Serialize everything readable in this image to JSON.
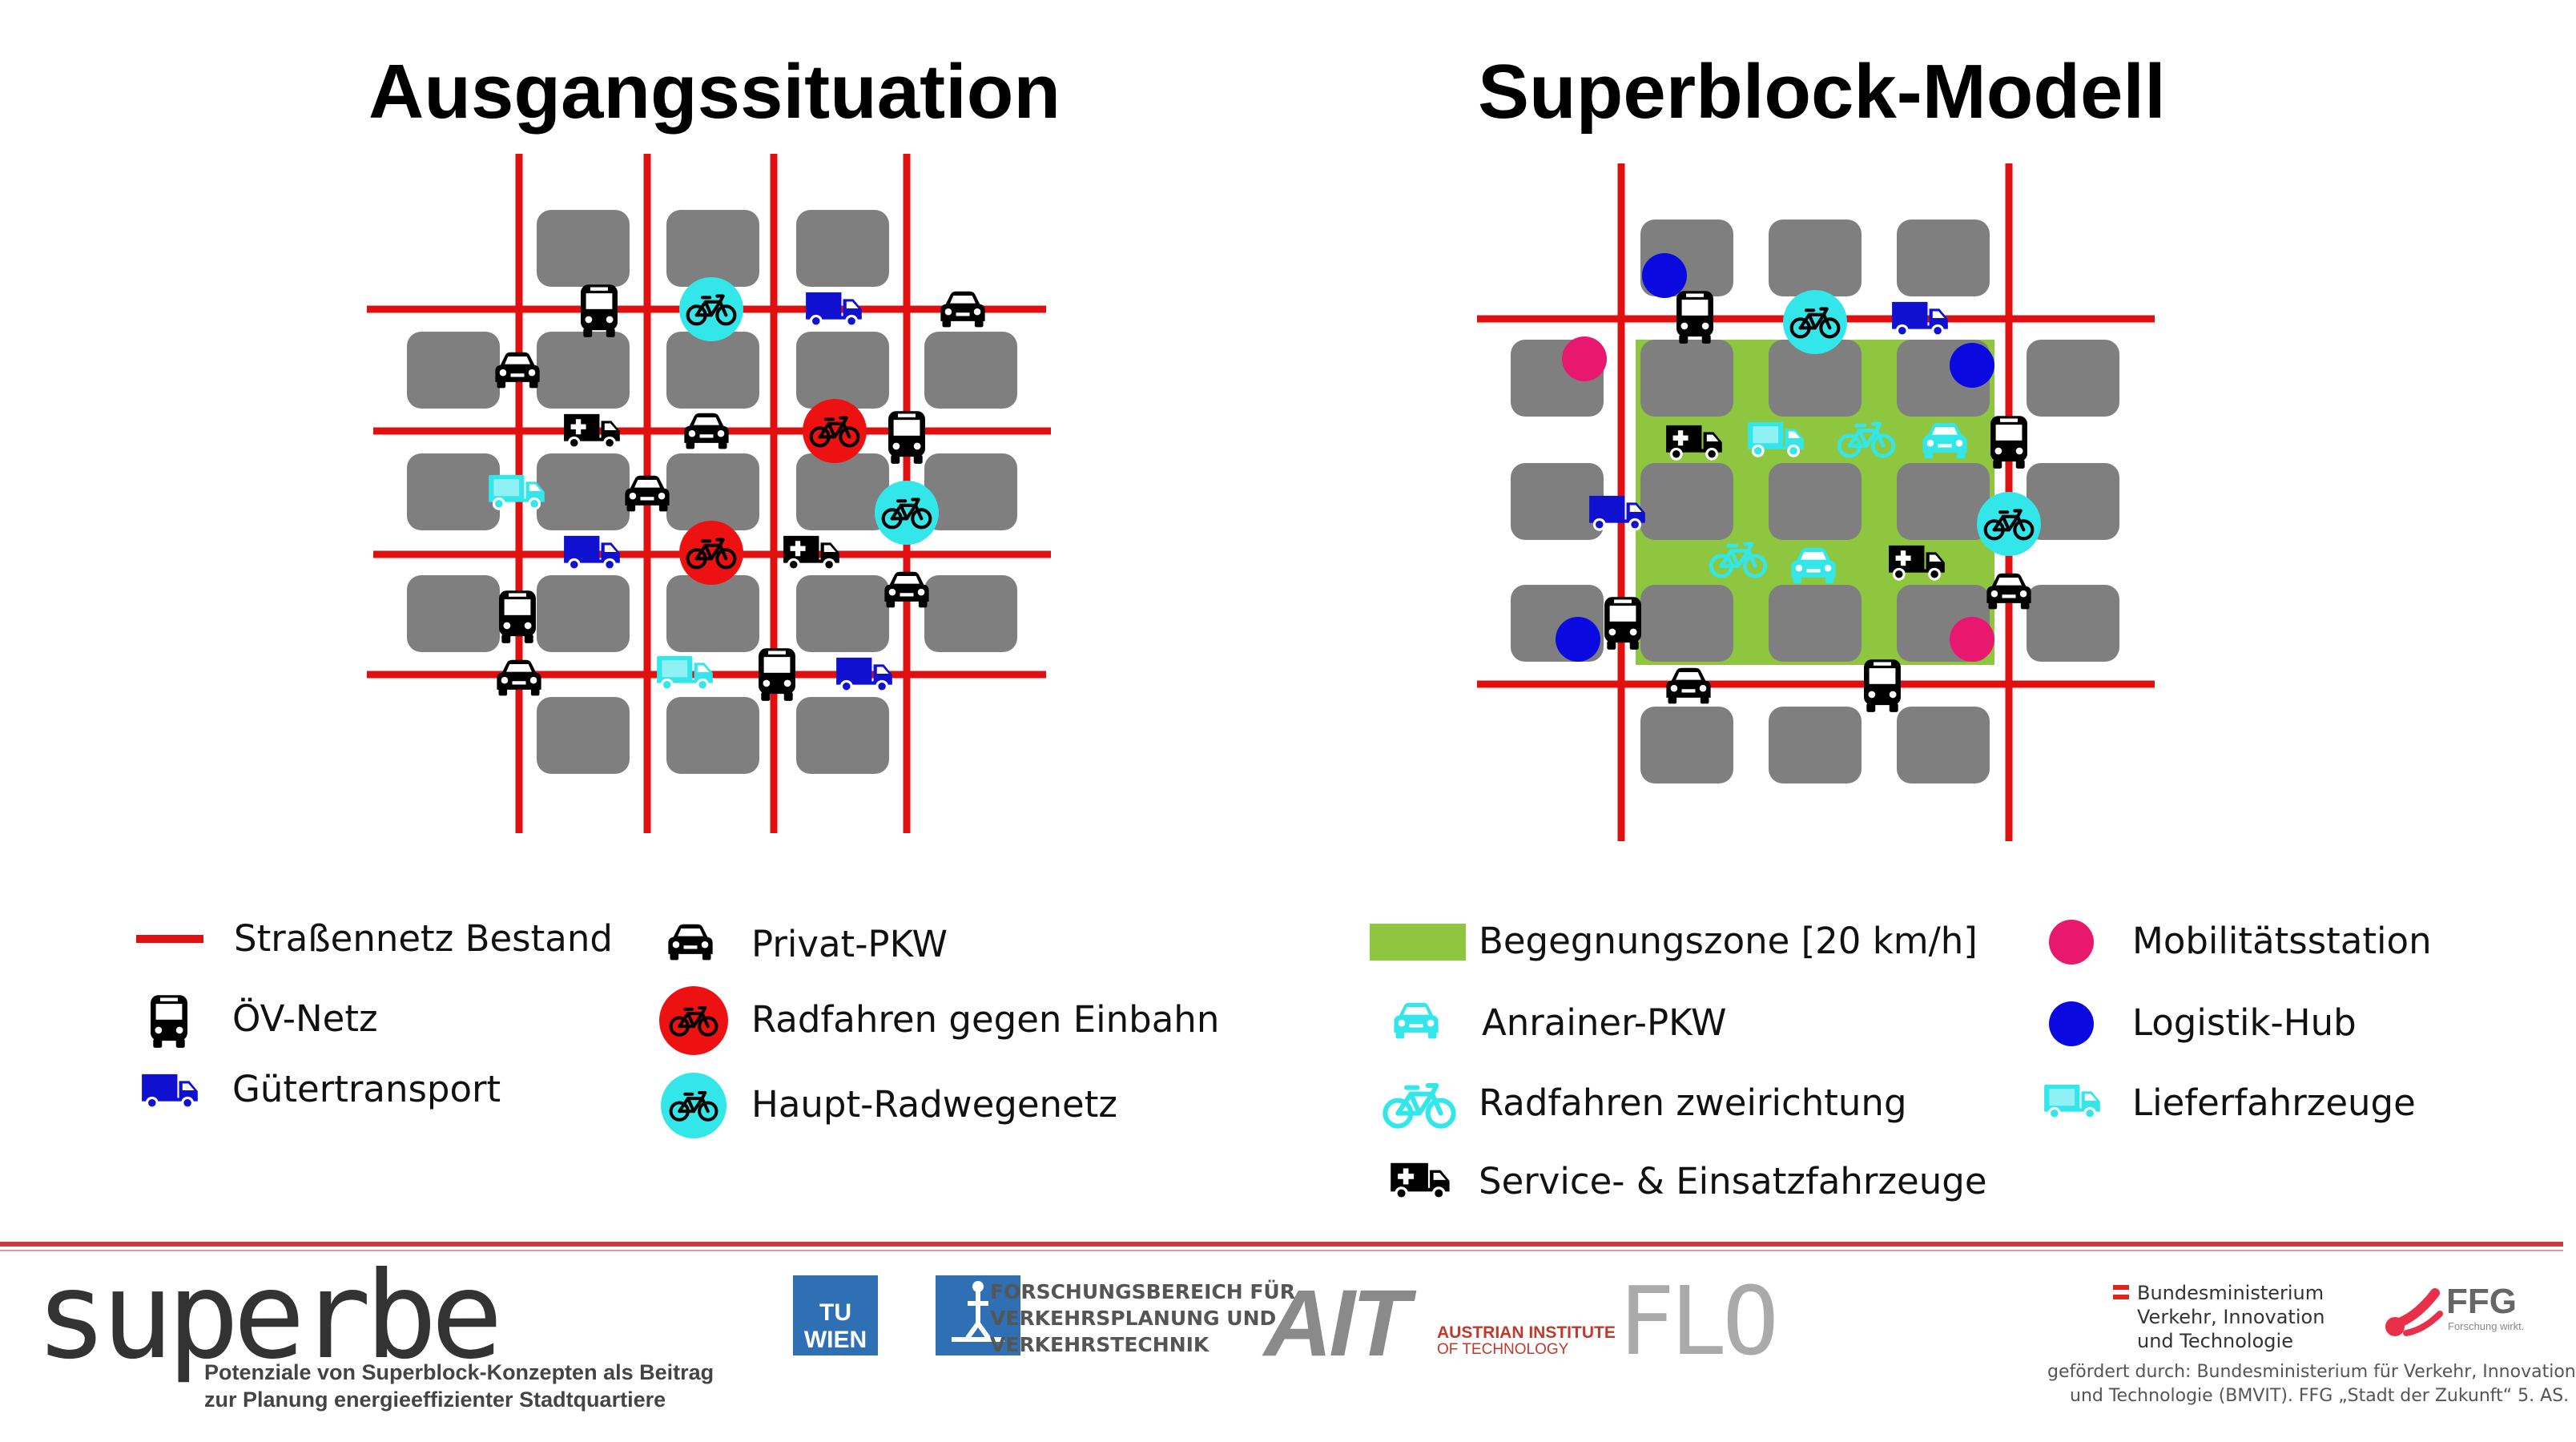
{
  "titles": {
    "left": "Ausgangssituation",
    "right": "Superblock-Modell"
  },
  "colors": {
    "road": "#e01010",
    "block": "#7f7f7f",
    "zone": "#8ec63f",
    "bus_black": "#000000",
    "freight_blue": "#1010d0",
    "cyan": "#33e6ea",
    "red_bike": "#ee1111",
    "pink": "#e8186e",
    "navy": "#0a0ae0"
  },
  "legend": [
    {
      "key": "road",
      "icon": "road-line-icon",
      "label": "Straßennetz Bestand"
    },
    {
      "key": "bus",
      "icon": "bus-icon",
      "label": "ÖV-Netz"
    },
    {
      "key": "freight",
      "icon": "truck-icon",
      "label": "Gütertransport"
    },
    {
      "key": "car",
      "icon": "car-icon",
      "label": "Privat-PKW"
    },
    {
      "key": "bike_red",
      "icon": "bike-red-circle-icon",
      "label": "Radfahren gegen Einbahn"
    },
    {
      "key": "bike_cyan",
      "icon": "bike-cyan-circle-icon",
      "label": "Haupt-Radwegenetz"
    },
    {
      "key": "zone",
      "icon": "green-zone-icon",
      "label": "Begegnungszone [20 km/h]"
    },
    {
      "key": "resident_car",
      "icon": "cyan-car-icon",
      "label": "Anrainer-PKW"
    },
    {
      "key": "bike_two_way",
      "icon": "cyan-bike-icon",
      "label": "Radfahren zweirichtung"
    },
    {
      "key": "service",
      "icon": "ambulance-icon",
      "label": "Service- & Einsatzfahrzeuge"
    },
    {
      "key": "mobility",
      "icon": "pink-dot-icon",
      "label": "Mobilitätsstation"
    },
    {
      "key": "hub",
      "icon": "blue-dot-icon",
      "label": "Logistik-Hub"
    },
    {
      "key": "delivery",
      "icon": "cyan-delivery-truck-icon",
      "label": "Lieferfahrzeuge"
    }
  ],
  "footer": {
    "project_logo": "superbe",
    "project_subtitle_1": "Potenziale von Superblock-Konzepten als Beitrag",
    "project_subtitle_2": "zur Planung energieeffizienter Stadtquartiere",
    "tu_logo": "TU WIEN",
    "tu_dept_1": "FORSCHUNGSBEREICH FÜR",
    "tu_dept_2": "VERKEHRSPLANUNG UND",
    "tu_dept_3": "VERKEHRSTECHNIK",
    "ait_logo": "AIT",
    "ait_name_1": "AUSTRIAN INSTITUTE",
    "ait_name_2": "OF TECHNOLOGY",
    "flo_logo": "FLO",
    "ministry_1": "Bundesministerium",
    "ministry_2": "Verkehr, Innovation",
    "ministry_3": "und Technologie",
    "ffg_logo": "FFG",
    "ffg_tagline": "Forschung wirkt.",
    "funding_1": "gefördert durch: Bundesministerium für Verkehr, Innovation",
    "funding_2": "und Technologie (BMVIT). FFG „Stadt der Zukunft“ 5. AS."
  }
}
